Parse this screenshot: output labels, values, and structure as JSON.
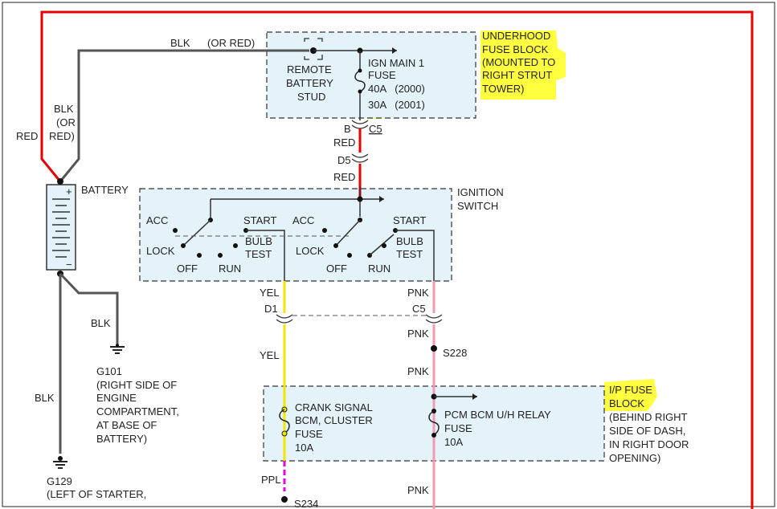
{
  "colors": {
    "red_wire": "#e60000",
    "blk_wire": "#555555",
    "yel_wire": "#f5e600",
    "pnk_wire": "#f49ab0",
    "ppl_wire": "#e600e6",
    "highlight": "#ffff00",
    "box_fill": "#e4f2fa"
  },
  "top_wire": {
    "color": "BLK",
    "alt": "(OR RED)"
  },
  "remote_stud": {
    "l1": "REMOTE",
    "l2": "BATTERY",
    "l3": "STUD"
  },
  "ign_fuse": {
    "l1": "IGN MAIN 1",
    "l2": "FUSE",
    "l3": "40A   (2000)",
    "l4": "30A   (2001)"
  },
  "underhood_block": {
    "l1": "UNDERHOOD",
    "l2": "FUSE BLOCK",
    "l3": "(MOUNTED TO",
    "l4": "RIGHT STRUT",
    "l5": "TOWER)"
  },
  "left_wires": {
    "red": "RED",
    "blk1": "BLK",
    "blk2": "(OR",
    "blk3": "RED)"
  },
  "battery": {
    "label": "BATTERY",
    "plus": "+",
    "minus": "−"
  },
  "connectors": {
    "b": "B",
    "c5_top": "C5",
    "red1": "RED",
    "d5": "D5",
    "red2": "RED",
    "yel1": "YEL",
    "d1": "D1",
    "pnk1": "PNK",
    "c5_mid": "C5",
    "pnk2": "PNK",
    "s228": "S228",
    "yel2": "YEL",
    "pnk3": "PNK",
    "ppl": "PPL",
    "pnk4": "PNK",
    "s234": "S234"
  },
  "ignition_switch": {
    "title1": "IGNITION",
    "title2": "SWITCH",
    "left": {
      "acc": "ACC",
      "start": "START",
      "lock": "LOCK",
      "off": "OFF",
      "run": "RUN",
      "bulb": "BULB",
      "test": "TEST"
    },
    "right": {
      "acc": "ACC",
      "start": "START",
      "lock": "LOCK",
      "off": "OFF",
      "run": "RUN",
      "bulb": "BULB",
      "test": "TEST"
    }
  },
  "grounds": {
    "blk_a": "BLK",
    "g101": {
      "l1": "G101",
      "l2": "(RIGHT SIDE OF",
      "l3": "ENGINE",
      "l4": "COMPARTMENT,",
      "l5": "AT BASE OF",
      "l6": "BATTERY)"
    },
    "blk_b": "BLK",
    "g129": {
      "l1": "G129",
      "l2": "(LEFT OF STARTER,"
    }
  },
  "crank_fuse": {
    "l1": "CRANK SIGNAL",
    "l2": "BCM, CLUSTER",
    "l3": "FUSE",
    "l4": "10A"
  },
  "pcm_fuse": {
    "l1": "PCM BCM U/H RELAY",
    "l2": "FUSE",
    "l3": "10A"
  },
  "ip_block": {
    "l1": "I/P FUSE",
    "l2": "BLOCK",
    "l3": "(BEHIND RIGHT",
    "l4": "SIDE OF DASH,",
    "l5": "IN RIGHT DOOR",
    "l6": "OPENING)"
  }
}
